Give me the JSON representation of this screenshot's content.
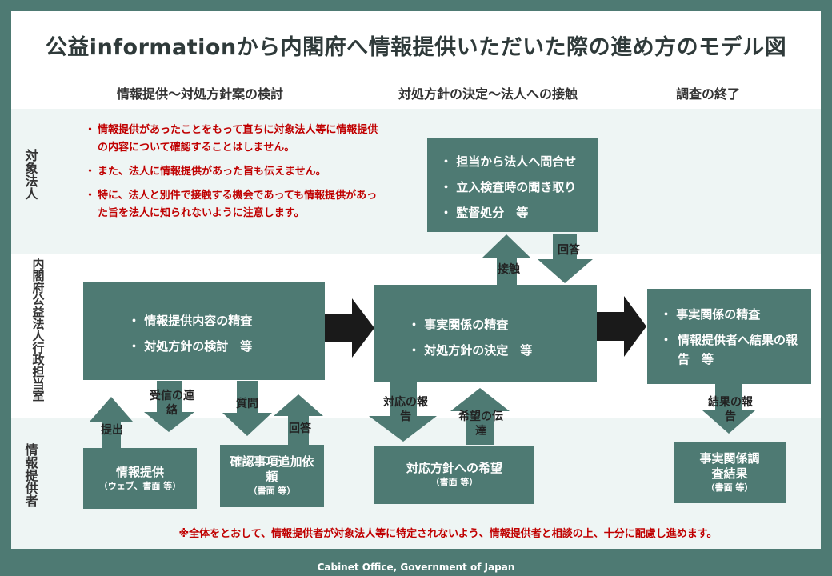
{
  "title": "公益informationから内閣府へ情報提供いただいた際の進め方のモデル図",
  "phases": [
    "情報提供～対処方針案の検討",
    "対処方針の決定～法人への接触",
    "調査の終了"
  ],
  "rows": {
    "target": "対象法人",
    "office": "内閣府公益法人行政担当室",
    "provider": "情報提供者"
  },
  "notes": [
    "情報提供があったことをもって直ちに対象法人等に情報提供の内容について確認することはしません。",
    "また、法人に情報提供があった旨も伝えません。",
    "特に、法人と別件で接触する機会であっても情報提供があった旨を法人に知られないように注意します。"
  ],
  "target_box": [
    "担当から法人へ問合せ",
    "立入検査時の聞き取り",
    "監督処分　等"
  ],
  "office_boxes": {
    "left": [
      "情報提供内容の精査",
      "対処方針の検討　等"
    ],
    "middle": [
      "事実関係の精査",
      "対処方針の決定　等"
    ],
    "right": [
      "事実関係の精査",
      "情報提供者へ結果の報告　等"
    ]
  },
  "provider_boxes": {
    "submit": {
      "title": "情報提供",
      "sub": "（ウェブ、書面 等）"
    },
    "inquiry": {
      "title": "確認事項追加依頼",
      "sub": "（書面 等）"
    },
    "hope": {
      "title": "対応方針への希望",
      "sub": "（書面 等）"
    },
    "result": {
      "title": "事実関係調査結果",
      "sub": "（書面 等）"
    }
  },
  "arrow_labels": {
    "submit": "提出",
    "receipt": "受信の連絡",
    "question": "質問",
    "answer1": "回答",
    "contact": "接触",
    "answer2": "回答",
    "report_response": "対応の報告",
    "hope": "希望の伝達",
    "result_report": "結果の報告"
  },
  "footer_note": "※全体をとおして、情報提供者が対象法人等に特定されないよう、情報提供者と相談の上、十分に配慮し進めます。",
  "footer": "Cabinet Office, Government of Japan",
  "colors": {
    "box": "#4e7a73",
    "arrow": "#4e7a73",
    "flow_arrow": "#1a1a1a",
    "note": "#c00000",
    "band": "#eef5f4"
  }
}
